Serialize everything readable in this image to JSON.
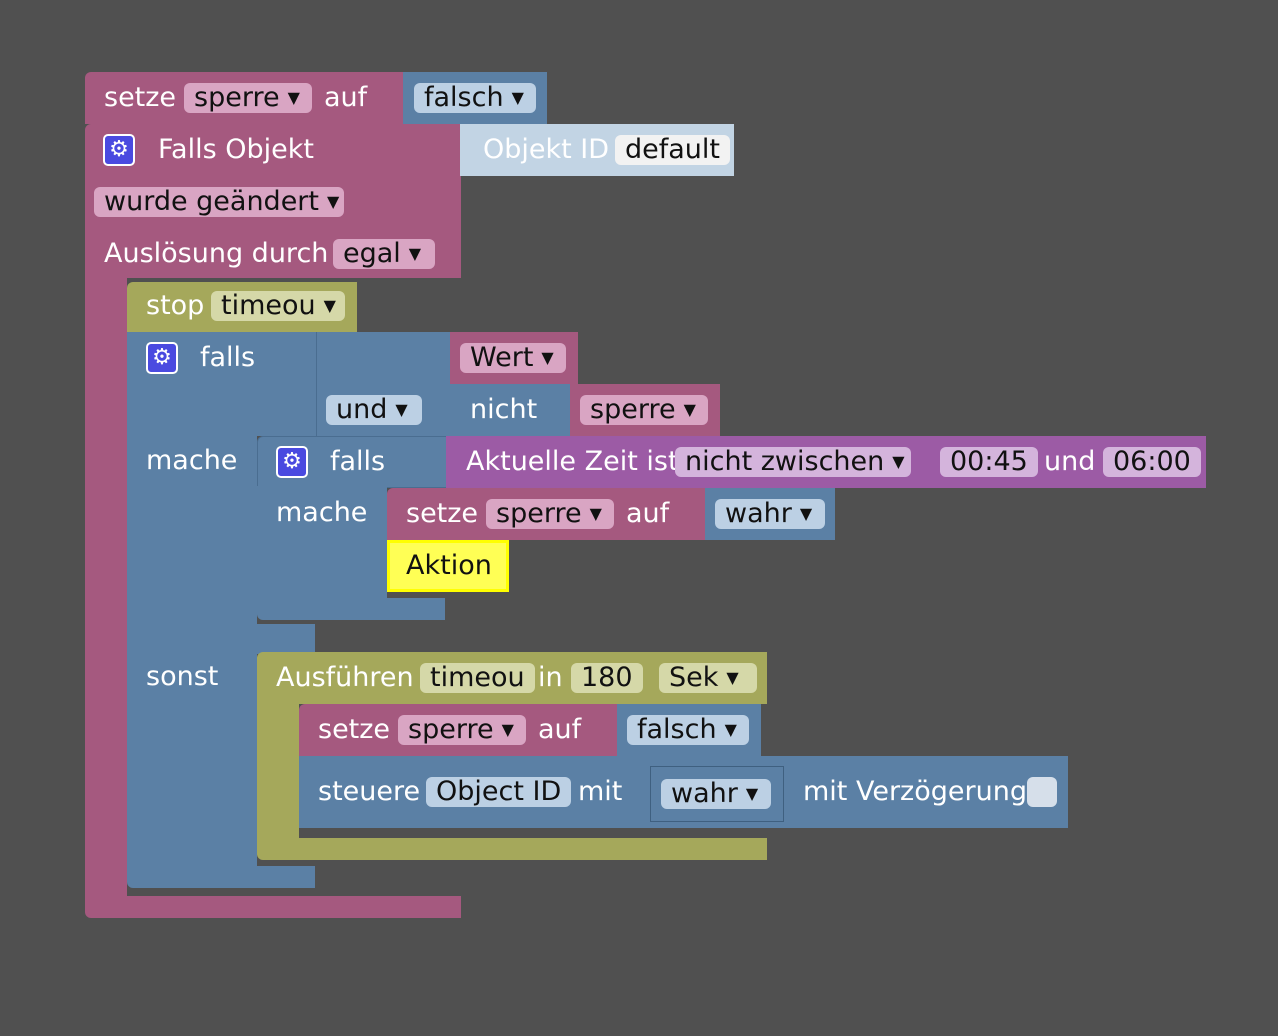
{
  "colors": {
    "background": "#505050",
    "variables": "#a5597f",
    "logic": "#5b80a5",
    "timeouts": "#a5a85b",
    "time": "#9c5ba5",
    "comment": "#ffff55",
    "trigger_value": "#c2d4e4"
  },
  "icons": [
    "gear-icon",
    "chevron-down-icon"
  ],
  "set1": {
    "setze": "setze",
    "var": "sperre",
    "auf": "auf",
    "value": "falsch"
  },
  "trigger": {
    "title": "Falls Objekt",
    "objekt_id_label": "Objekt ID",
    "objekt_id_value": "default",
    "condition": "wurde geändert",
    "ausloesung_label": "Auslösung durch",
    "ausloesung_value": "egal"
  },
  "stop": {
    "label": "stop",
    "timer": "timeou"
  },
  "if_outer": {
    "falls": "falls",
    "mache": "mache",
    "sonst": "sonst",
    "und": "und",
    "wert": "Wert",
    "nicht": "nicht",
    "sperre": "sperre"
  },
  "if_inner": {
    "falls": "falls",
    "mache": "mache",
    "time_label": "Aktuelle Zeit ist",
    "time_op": "nicht zwischen",
    "time_from": "00:45",
    "und": "und",
    "time_to": "06:00"
  },
  "set2": {
    "setze": "setze",
    "var": "sperre",
    "auf": "auf",
    "value": "wahr"
  },
  "comment": {
    "text": "Aktion"
  },
  "timeout": {
    "label": "Ausführen",
    "timer": "timeou",
    "in": "in",
    "value": "180",
    "unit": "Sek"
  },
  "set3": {
    "setze": "setze",
    "var": "sperre",
    "auf": "auf",
    "value": "falsch"
  },
  "control": {
    "steuere": "steuere",
    "object": "Object ID",
    "mit": "mit",
    "value": "wahr",
    "delay_label": "mit Verzögerung"
  }
}
